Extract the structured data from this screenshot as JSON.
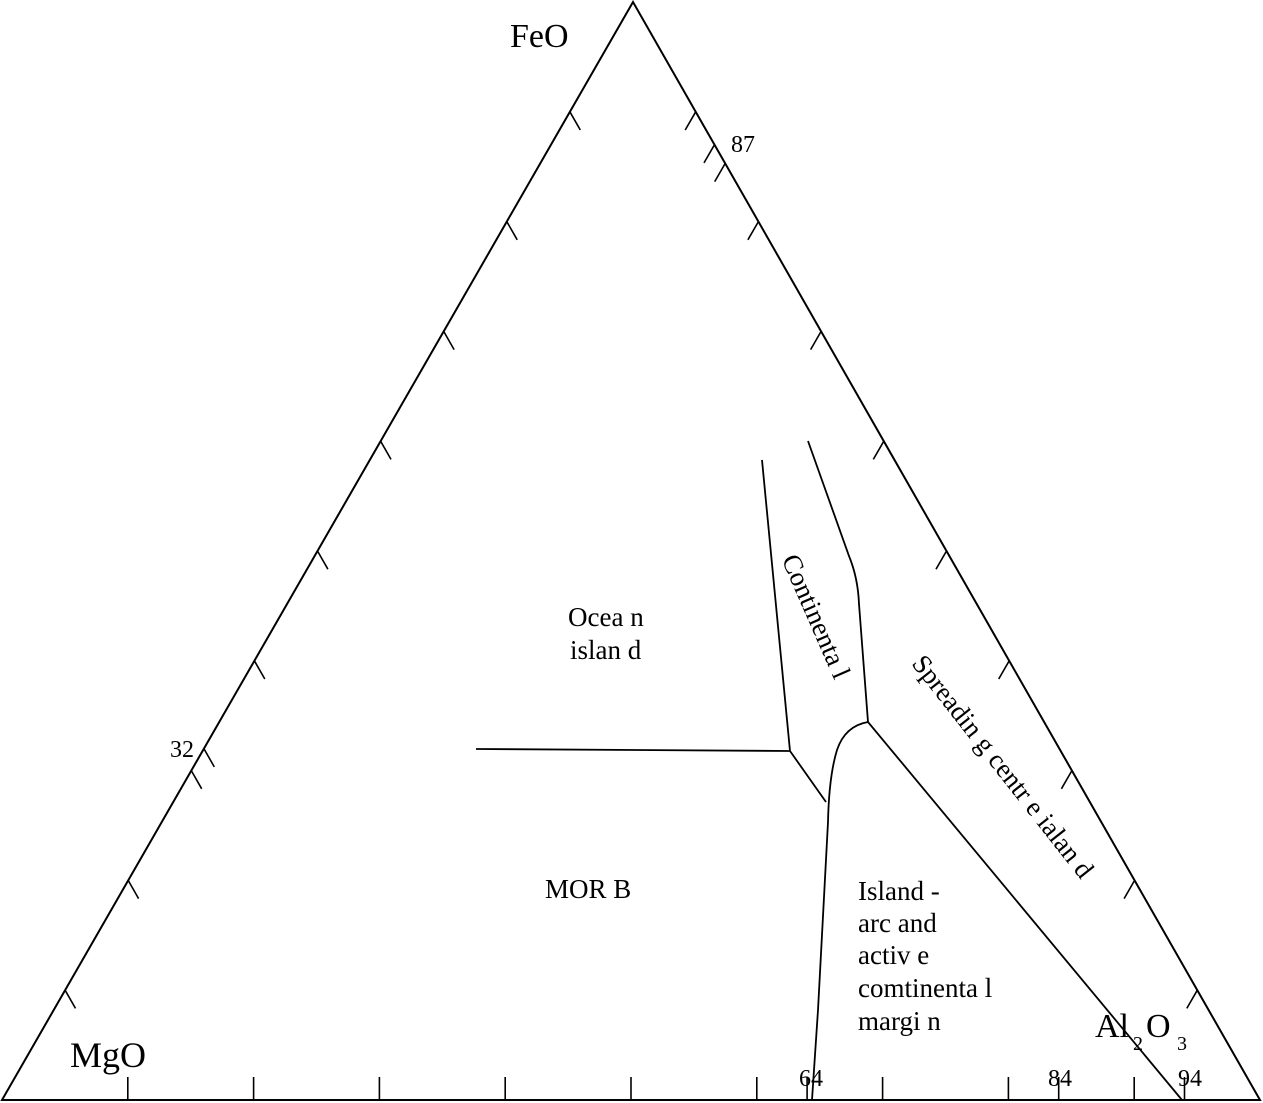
{
  "apices": {
    "top": "FeO",
    "left": "MgO",
    "right": {
      "part1": "Al",
      "sub1": "2",
      "part2": "O",
      "sub2": "3"
    }
  },
  "tick_labels": {
    "left_32": "32",
    "right_87": "87",
    "bottom_64": "64",
    "bottom_84": "84",
    "bottom_94": "94"
  },
  "regions": {
    "ocean_island": [
      "Ocea n",
      "islan d"
    ],
    "morb": "MOR B",
    "continental": "Continenta l",
    "spreading_centre_island": "Spreadin g centr e ialan d",
    "island_arc": [
      "Island -",
      "arc and",
      "activ e",
      "comtinenta l",
      "margi n"
    ]
  },
  "colors": {
    "line": "#000000",
    "background": "#ffffff"
  }
}
